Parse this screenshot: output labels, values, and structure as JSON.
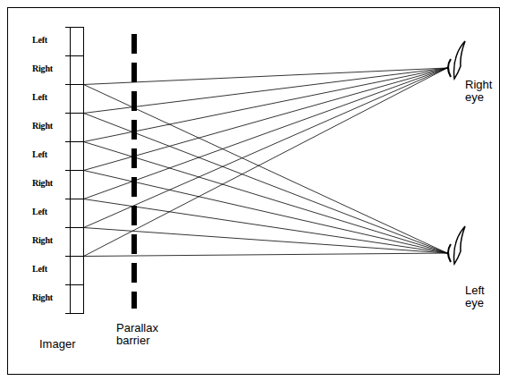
{
  "diagram": {
    "labels": [
      "Left",
      "Right",
      "Left",
      "Right",
      "Left",
      "Right",
      "Left",
      "Right",
      "Left",
      "Right",
      "Imager",
      "Parallax barrier",
      "Right eye",
      "Left eye"
    ]
  }
}
